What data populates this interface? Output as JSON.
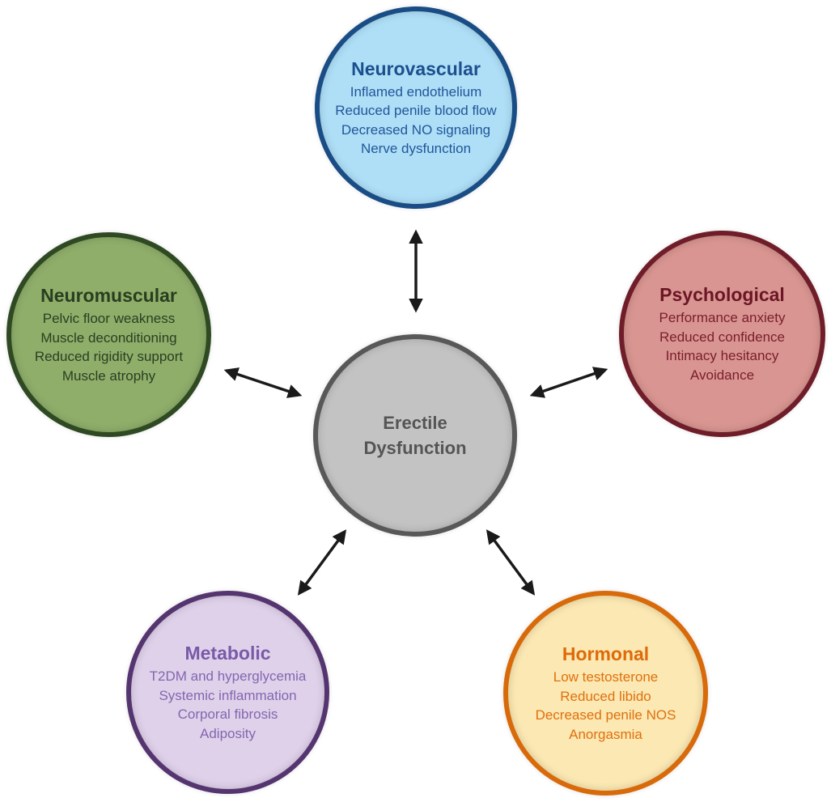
{
  "center": {
    "title_line1": "Erectile",
    "title_line2": "Dysfunction"
  },
  "nodes": {
    "neurovascular": {
      "title": "Neurovascular",
      "items": [
        "Inflamed endothelium",
        "Reduced penile blood flow",
        "Decreased NO signaling",
        "Nerve dysfunction"
      ]
    },
    "psychological": {
      "title": "Psychological",
      "items": [
        "Performance anxiety",
        "Reduced confidence",
        "Intimacy hesitancy",
        "Avoidance"
      ]
    },
    "neuromuscular": {
      "title": "Neuromuscular",
      "items": [
        "Pelvic floor weakness",
        "Muscle deconditioning",
        "Reduced rigidity support",
        "Muscle atrophy"
      ]
    },
    "metabolic": {
      "title": "Metabolic",
      "items": [
        "T2DM and hyperglycemia",
        "Systemic inflammation",
        "Corporal fibrosis",
        "Adiposity"
      ]
    },
    "hormonal": {
      "title": "Hormonal",
      "items": [
        "Low testosterone",
        "Reduced libido",
        "Decreased penile NOS",
        "Anorgasmia"
      ]
    }
  },
  "colors": {
    "neurovascular": "#1a4d85",
    "psychological": "#6f1e29",
    "neuromuscular": "#2f4a23",
    "metabolic": "#553570",
    "hormonal": "#d86a0a",
    "center": "#585858",
    "arrow": "#1a1a1a"
  }
}
